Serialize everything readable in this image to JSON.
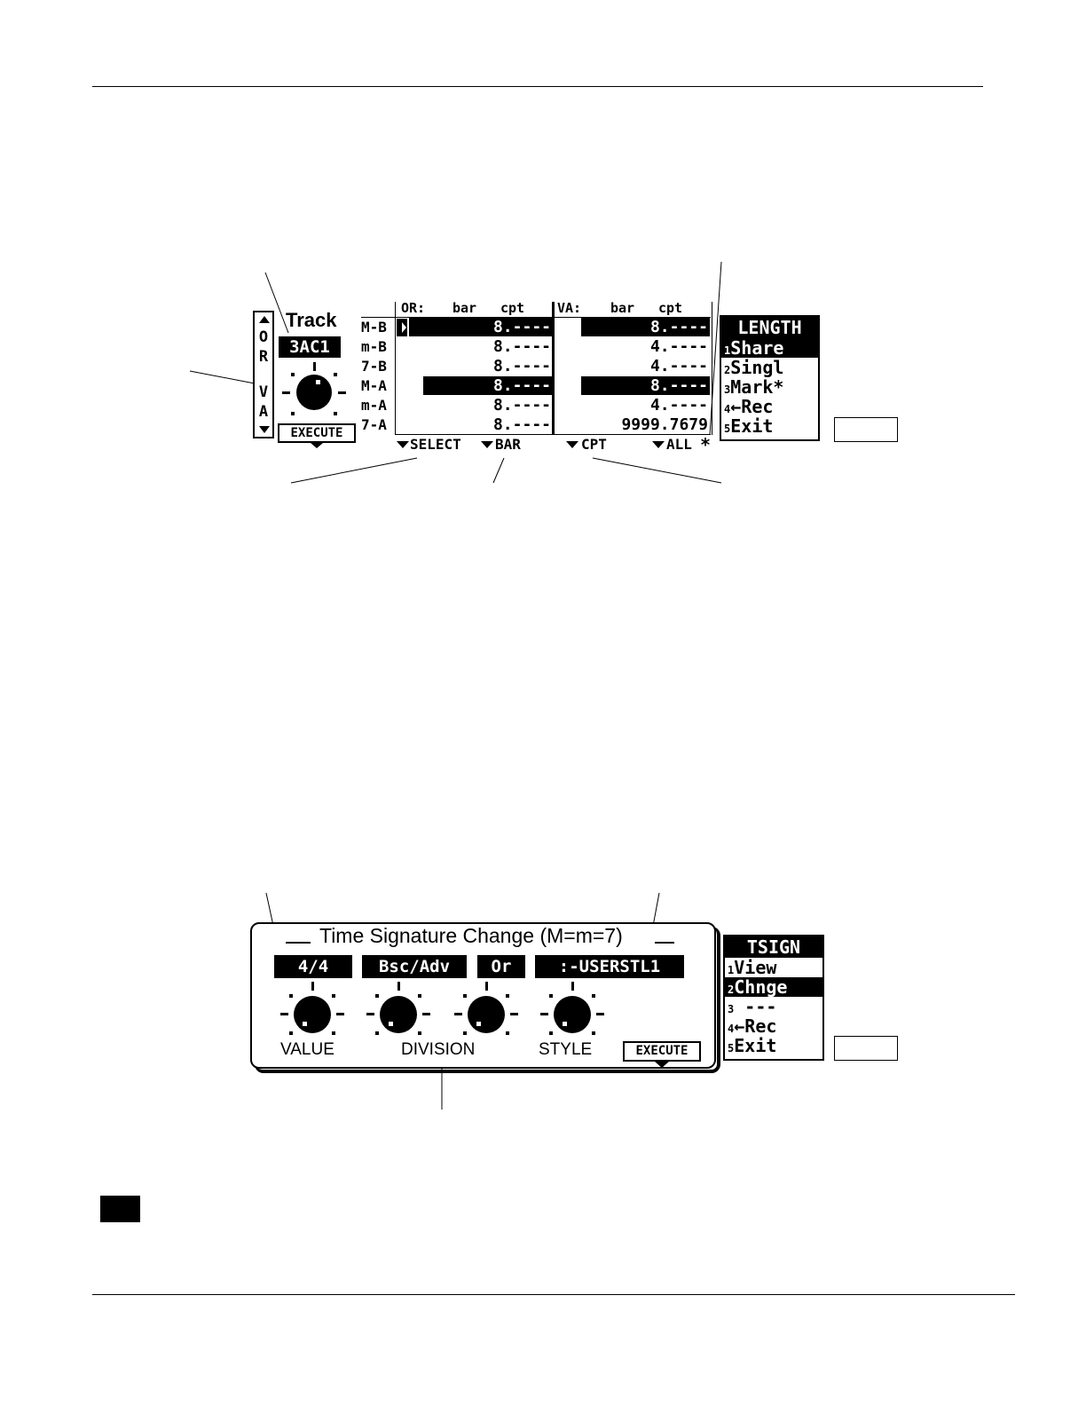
{
  "screen1": {
    "ov_bar": [
      "O",
      "R",
      "V",
      "A"
    ],
    "track_label": "Track",
    "track_value": "3AC1",
    "execute_label": "EXECUTE",
    "header_or": "OR:",
    "header_va": "VA:",
    "col_bar": "bar",
    "col_cpt": "cpt",
    "rows": [
      {
        "label": "M-B",
        "or": "8.----",
        "va": "8.----",
        "or_inv": true,
        "va_inv": true
      },
      {
        "label": "m-B",
        "or": "8.----",
        "va": "4.----",
        "or_inv": false,
        "va_inv": false
      },
      {
        "label": "7-B",
        "or": "8.----",
        "va": "4.----",
        "or_inv": false,
        "va_inv": false
      },
      {
        "label": "M-A",
        "or": "8.----",
        "va": "8.----",
        "or_inv": true,
        "va_inv": true
      },
      {
        "label": "m-A",
        "or": "8.----",
        "va": "4.----",
        "or_inv": false,
        "va_inv": false
      },
      {
        "label": "7-A",
        "or": "8.----",
        "va": "9999.7679",
        "or_inv": false,
        "va_inv": false
      }
    ],
    "fkeys": [
      "SELECT",
      "BAR",
      "CPT",
      "ALL"
    ],
    "fkey_star": "*",
    "menu": {
      "title": "LENGTH",
      "items": [
        {
          "num": "1",
          "label": "Share",
          "selected": true
        },
        {
          "num": "2",
          "label": "Singl",
          "selected": false
        },
        {
          "num": "3",
          "label": "Mark*",
          "selected": false
        },
        {
          "num": "4",
          "label": "←Rec",
          "selected": false
        },
        {
          "num": "5",
          "label": "Exit",
          "selected": false
        }
      ]
    }
  },
  "screen2": {
    "title": "Time Signature Change (M=m=7)",
    "values": [
      "4/4",
      "Bsc/Adv",
      "Or",
      ":-USERSTL1"
    ],
    "knob_labels": [
      "VALUE",
      "DIVISION",
      "STYLE"
    ],
    "execute_label": "EXECUTE",
    "menu": {
      "title": "TSIGN",
      "items": [
        {
          "num": "1",
          "label": "View",
          "selected": false
        },
        {
          "num": "2",
          "label": "Chnge",
          "selected": true
        },
        {
          "num": "3",
          "label": " ---",
          "selected": false
        },
        {
          "num": "4",
          "label": "←Rec",
          "selected": false
        },
        {
          "num": "5",
          "label": "Exit",
          "selected": false
        }
      ]
    }
  }
}
